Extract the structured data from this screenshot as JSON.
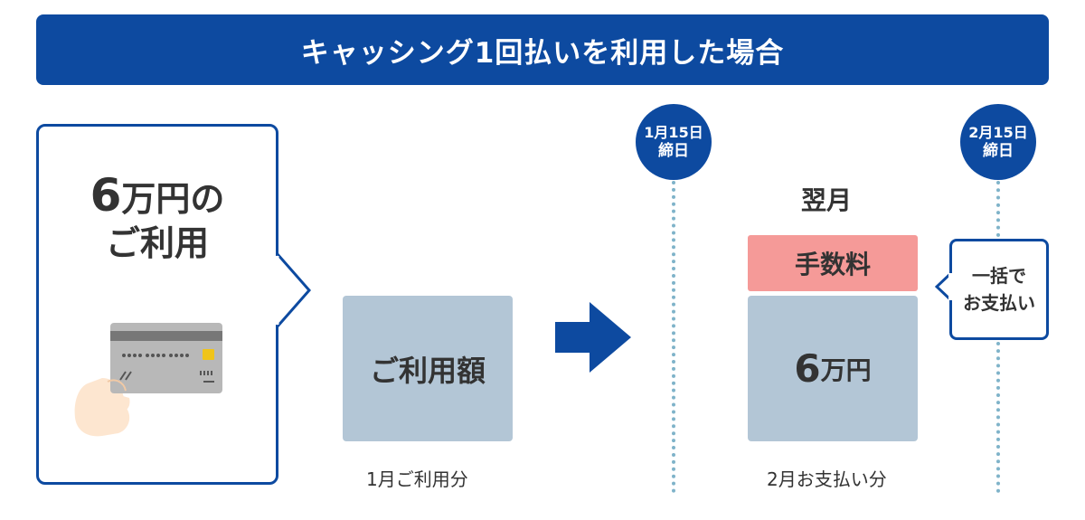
{
  "banner": {
    "title": "キャッシング1回払いを利用した場合"
  },
  "usage": {
    "amount_number": "6",
    "amount_unit": "万円の",
    "line2": "ご利用"
  },
  "usage_amount_box": {
    "label": "ご利用額"
  },
  "january_label": "1月ご利用分",
  "closing_dates": [
    {
      "date": "1月15日",
      "label": "締日"
    },
    {
      "date": "2月15日",
      "label": "締日"
    }
  ],
  "next_month": {
    "title": "翌月",
    "fee_label": "手数料",
    "amount_number": "6",
    "amount_unit": "万円",
    "payment_label": "2月お支払い分"
  },
  "lump_sum": {
    "line1": "一括で",
    "line2": "お支払い"
  },
  "colors": {
    "brand_blue": "#0d4aa0",
    "box_gray_blue": "#b3c6d6",
    "fee_pink": "#f59a98",
    "dotted_line": "#7fb3c9"
  }
}
